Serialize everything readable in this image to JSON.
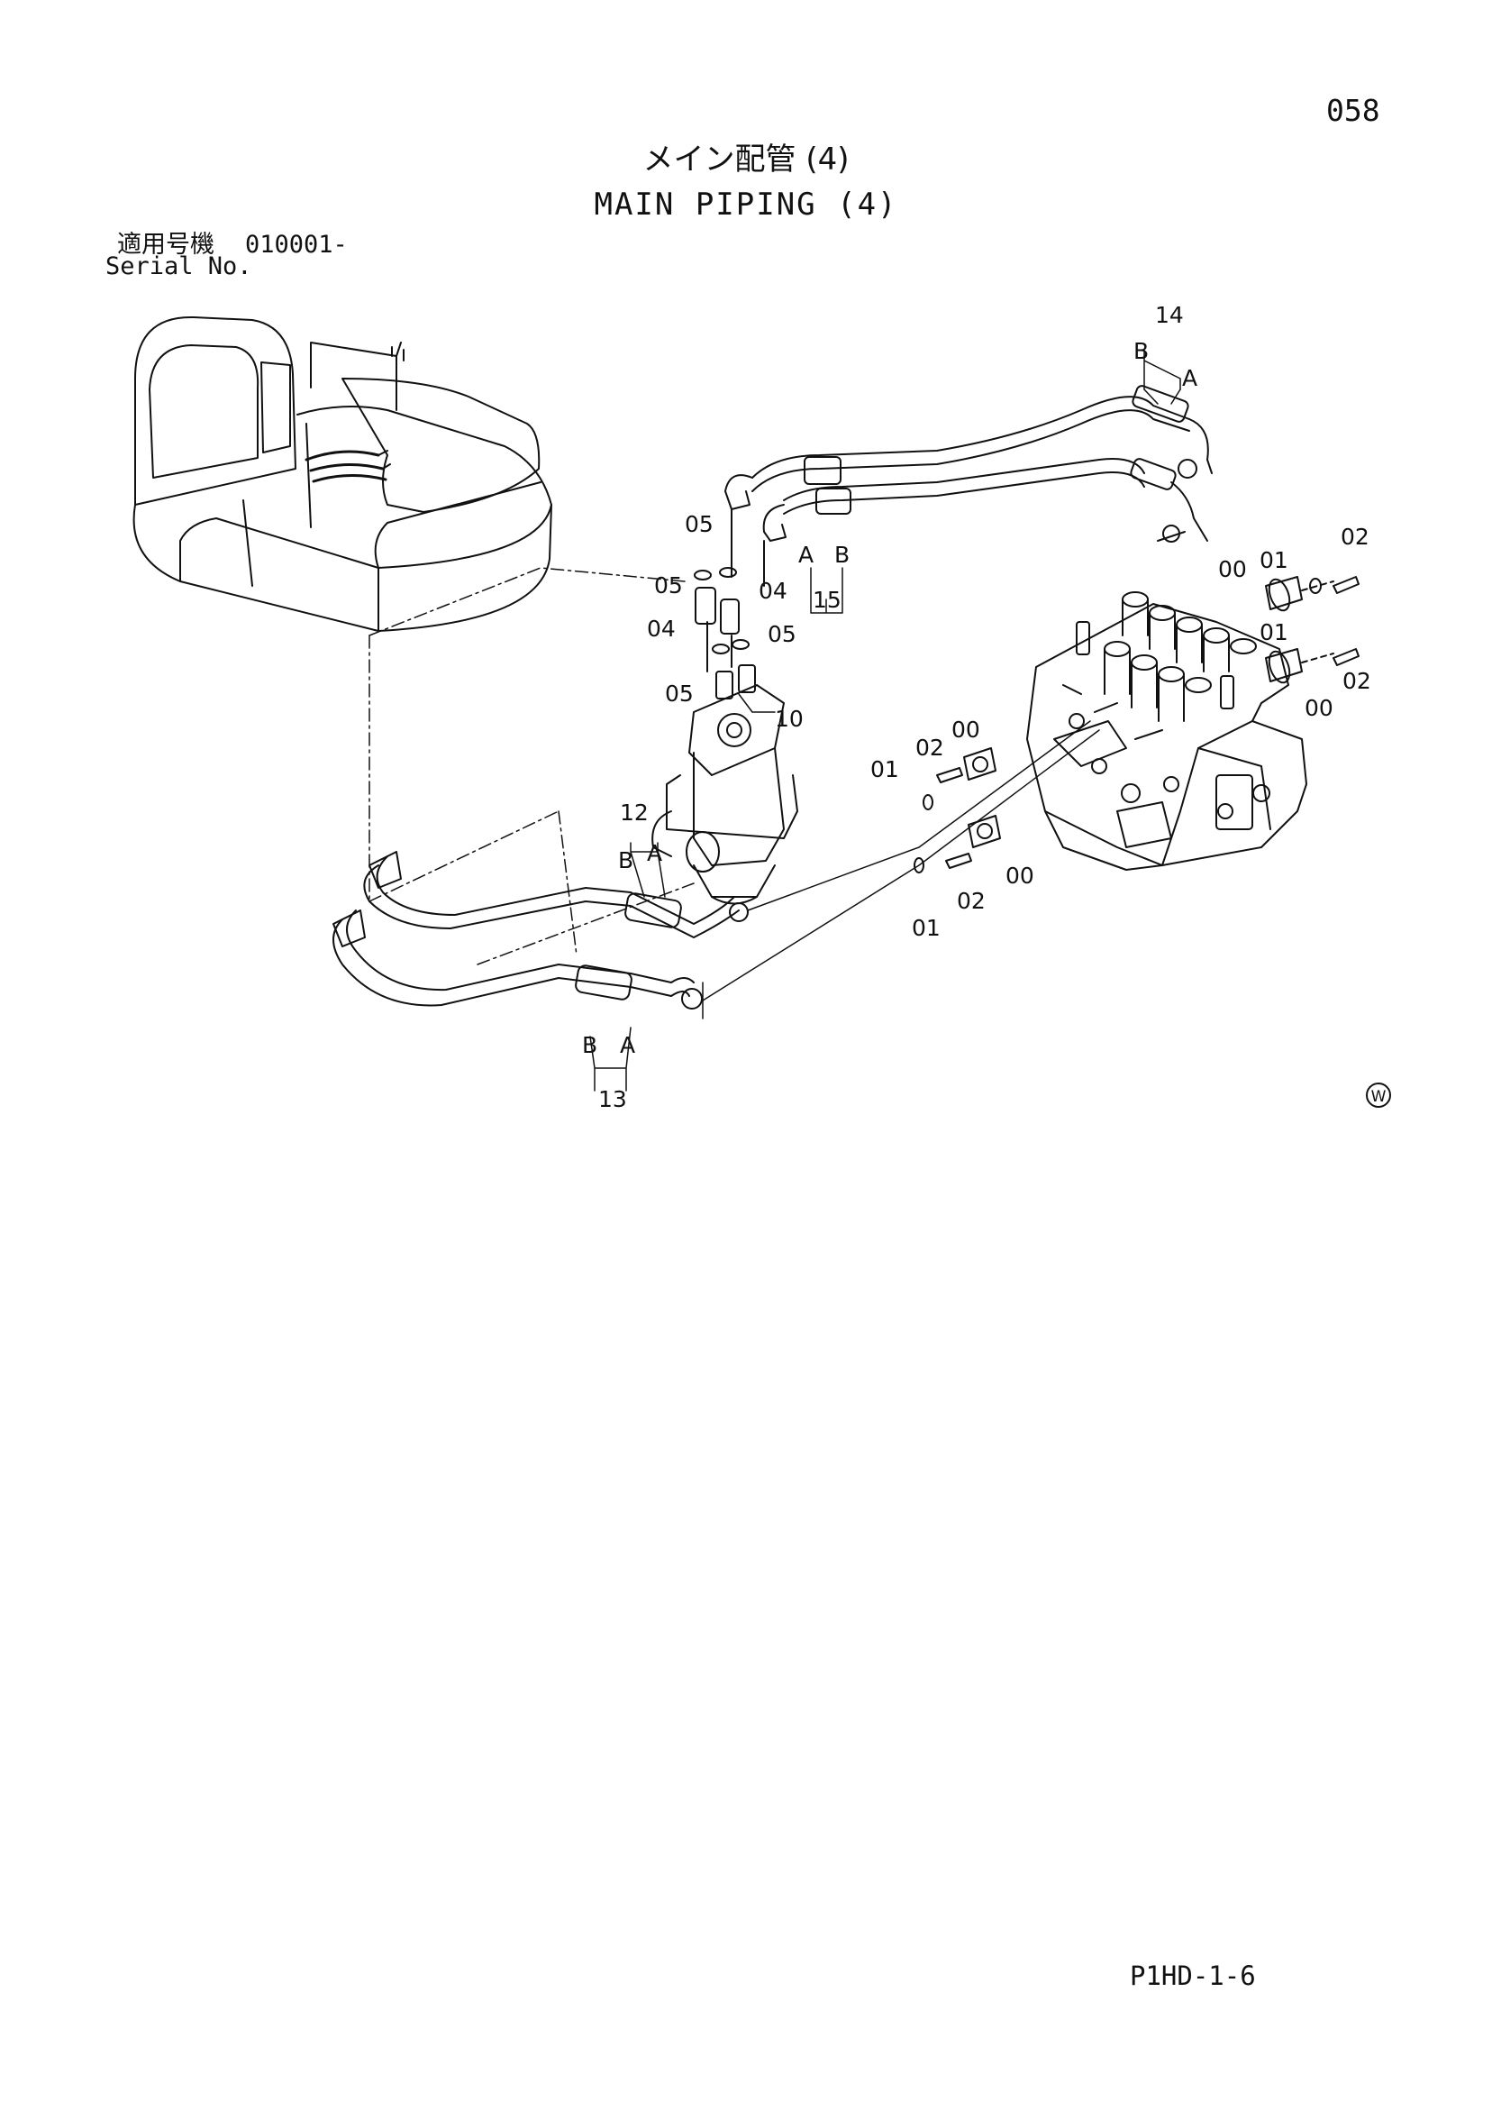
{
  "header": {
    "page_number": "058",
    "title_jp": "メイン配管 (4)",
    "title_en": "MAIN PIPING (4)",
    "serial_label_jp": "適用号機",
    "serial_value": "010001-",
    "serial_label_en": "Serial No."
  },
  "footer": {
    "doc_code": "P1HD-1-6",
    "w_mark": "W"
  },
  "callouts": {
    "c14": "14",
    "c14_b": "B",
    "c14_a": "A",
    "c15": "15",
    "c15_a": "A",
    "c15_b": "B",
    "c12": "12",
    "c12_b": "B",
    "c12_a": "A",
    "c13": "13",
    "c13_b": "B",
    "c13_a": "A",
    "c05_1": "05",
    "c05_2": "05",
    "c05_3": "05",
    "c05_4": "05",
    "c04_1": "04",
    "c04_2": "04",
    "c10": "10",
    "c02_1": "02",
    "c02_2": "02",
    "c02_3": "02",
    "c02_4": "02",
    "c01_1": "01",
    "c01_2": "01",
    "c01_3": "01",
    "c01_4": "01",
    "c00_1": "00",
    "c00_2": "00",
    "c00_3": "00",
    "c00_4": "00"
  }
}
